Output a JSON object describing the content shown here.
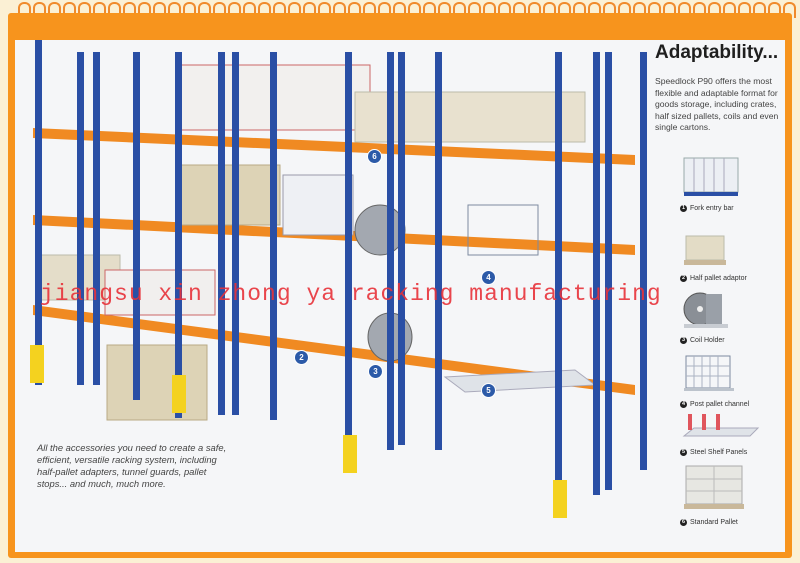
{
  "heading": "Adaptability...",
  "intro": "Speedlock P90 offers the most flexible and adaptable format for goods storage, including crates, half sized pallets, coils and even single cartons.",
  "caption": "All the accessories you need to create a safe, efficient, versatile racking system, including half-pallet adapters, tunnel guards, pallet stops... and much, much more.",
  "accessories": [
    {
      "num": "1",
      "label": "Fork entry bar"
    },
    {
      "num": "2",
      "label": "Half pallet adaptor"
    },
    {
      "num": "3",
      "label": "Coil Holder"
    },
    {
      "num": "4",
      "label": "Post pallet channel"
    },
    {
      "num": "5",
      "label": "Steel Shelf Panels"
    },
    {
      "num": "6",
      "label": "Standard Pallet"
    }
  ],
  "callouts": [
    "6",
    "4",
    "2",
    "3",
    "5"
  ],
  "watermark": "jiangsu xin zhong ya racking manufacturing",
  "colors": {
    "frame": "#f7941d",
    "upright": "#2a4fa5",
    "beam": "#f08a22",
    "background": "#fbf0d4"
  }
}
